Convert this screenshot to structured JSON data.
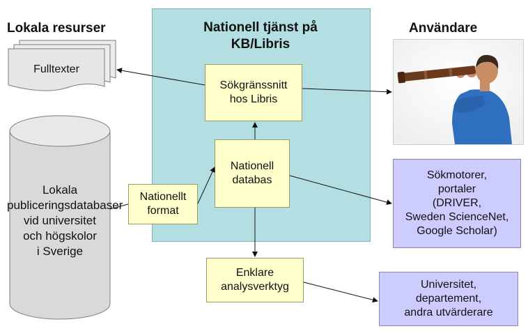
{
  "headings": {
    "local": "Lokala resurser",
    "national": "Nationell tjänst på\nKB/Libris",
    "users": "Användare"
  },
  "nodes": {
    "fulltexter": "Fulltexter",
    "local_db": "Lokala\npubliceringsdatabaser\nvid universitet\noch högskolor\ni Sverige",
    "nationellt_format": "Nationellt\nformat",
    "sokgranssnitt": "Sökgränssnitt\nhos Libris",
    "nationell_databas": "Nationell\ndatabas",
    "enklare": "Enklare\nanalysverktyg",
    "sokmotorer": "Sökmotorer,\nportaler\n(DRIVER,\nSweden ScienceNet,\nGoogle Scholar)",
    "universitet": "Universitet,\ndepartement,\nandra utvärderare"
  },
  "colors": {
    "national_panel": "#b3dfe3",
    "yellow_box": "#ffffcc",
    "lavender_box": "#ccccff",
    "cylinder": "#d9d9d9",
    "document": "#e6e6e6"
  },
  "photo_icon": "person-with-telescope"
}
